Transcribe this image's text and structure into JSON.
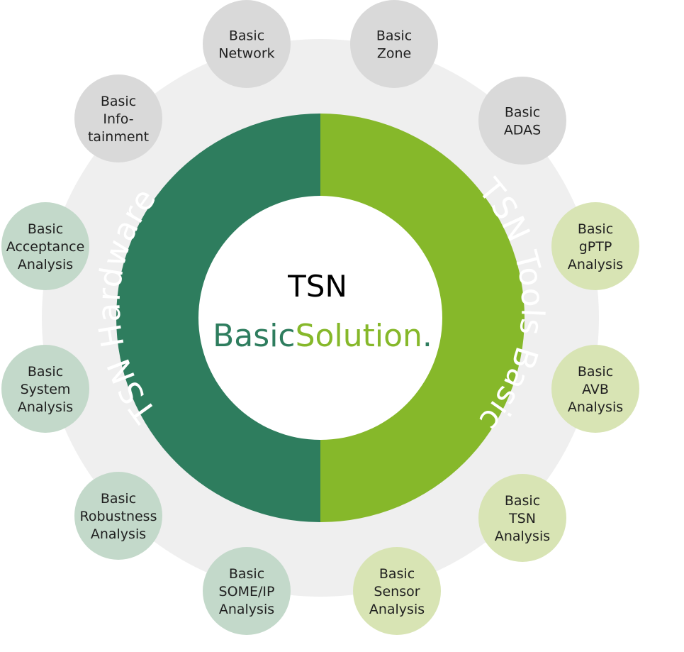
{
  "center": {
    "title": "TSN",
    "subtitle_part1": "Basic",
    "subtitle_part2": "Solution",
    "subtitle_dot": "."
  },
  "ring": {
    "left_label": "TSN Hardware",
    "right_label": "TSN Tools Basic"
  },
  "colors": {
    "outer_ring": "#efefef",
    "left_half": "#2e7d5e",
    "right_half": "#86b82a",
    "gray_node": "#d9d9d9",
    "sage_node": "#c3d9ca",
    "lime_node": "#d8e4b4"
  },
  "nodes": [
    {
      "lines": [
        "Basic",
        "Network"
      ],
      "style": "gray"
    },
    {
      "lines": [
        "Basic",
        "Zone"
      ],
      "style": "gray"
    },
    {
      "lines": [
        "Basic",
        "ADAS"
      ],
      "style": "gray"
    },
    {
      "lines": [
        "Basic",
        "gPTP",
        "Analysis"
      ],
      "style": "lime"
    },
    {
      "lines": [
        "Basic",
        "AVB",
        "Analysis"
      ],
      "style": "lime"
    },
    {
      "lines": [
        "Basic",
        "TSN",
        "Analysis"
      ],
      "style": "lime"
    },
    {
      "lines": [
        "Basic",
        "Sensor",
        "Analysis"
      ],
      "style": "lime"
    },
    {
      "lines": [
        "Basic",
        "SOME/IP",
        "Analysis"
      ],
      "style": "sage"
    },
    {
      "lines": [
        "Basic",
        "Robustness",
        "Analysis"
      ],
      "style": "sage"
    },
    {
      "lines": [
        "Basic",
        "System",
        "Analysis"
      ],
      "style": "sage"
    },
    {
      "lines": [
        "Basic",
        "Acceptance",
        "Analysis"
      ],
      "style": "sage"
    },
    {
      "lines": [
        "Basic",
        "Info-",
        "tainment"
      ],
      "style": "gray"
    }
  ]
}
